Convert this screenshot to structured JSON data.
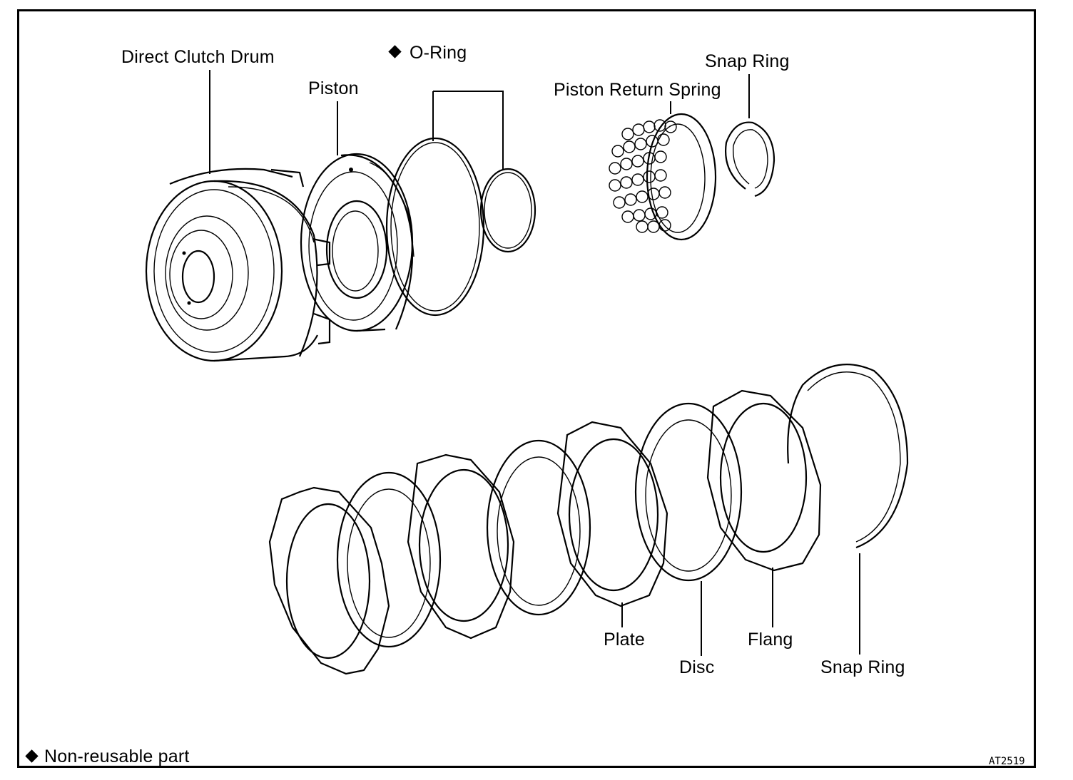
{
  "labels": {
    "direct_clutch_drum": "Direct Clutch Drum",
    "piston": "Piston",
    "o_ring": "O-Ring",
    "snap_ring_top": "Snap Ring",
    "piston_return_spring": "Piston Return Spring",
    "plate": "Plate",
    "disc": "Disc",
    "flang": "Flang",
    "snap_ring_bottom": "Snap Ring"
  },
  "legend": {
    "text": "Non-reusable part"
  },
  "figure_code": "AT2519"
}
